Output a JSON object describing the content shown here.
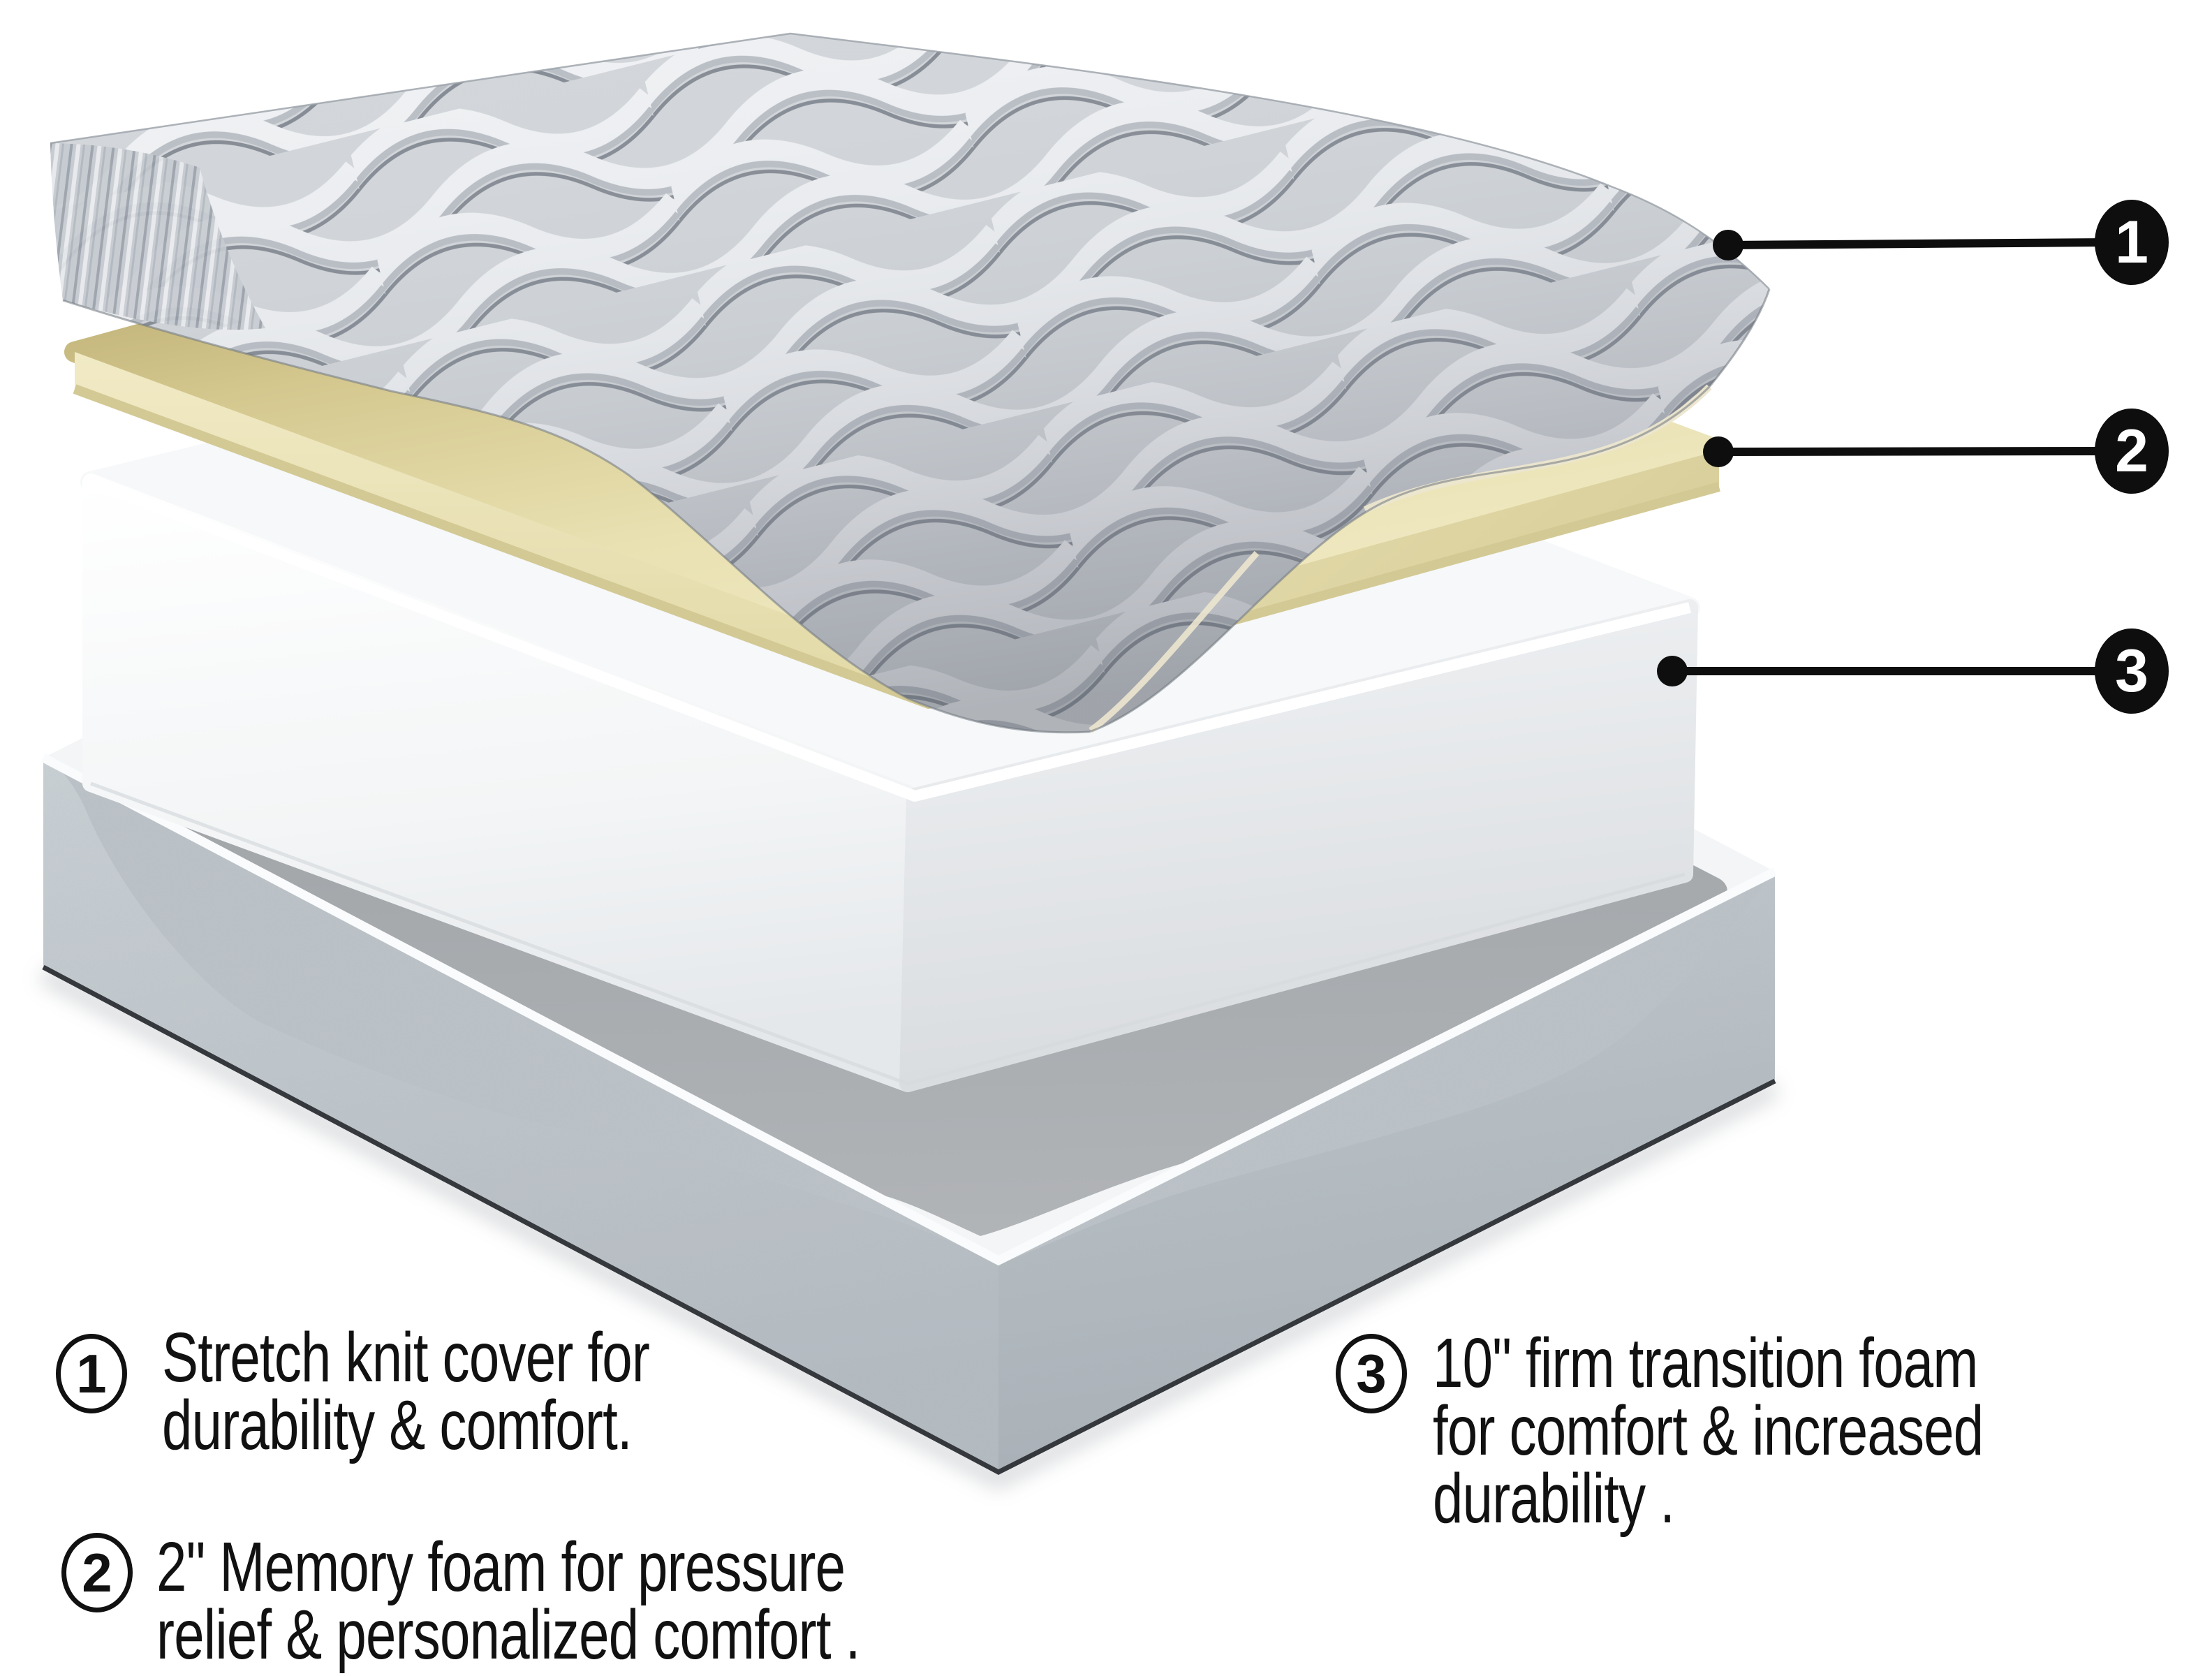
{
  "diagram": {
    "subject": "mattress-exploded-layers",
    "layers": [
      {
        "id": 1,
        "name": "stretch-knit-cover"
      },
      {
        "id": 2,
        "name": "memory-foam"
      },
      {
        "id": 3,
        "name": "firm-transition-foam"
      }
    ]
  },
  "colors": {
    "background": "#ffffff",
    "callout_black": "#0e0e0e",
    "cover_gray": "#d2d6da",
    "cover_wave_dark": "#848a93",
    "memory_foam_yellow": "#e9e1b3",
    "transition_foam_white": "#f4f6f7",
    "base_fabric_gray": "#bcc3c8"
  },
  "callouts": [
    {
      "number": "1"
    },
    {
      "number": "2"
    },
    {
      "number": "3"
    }
  ],
  "annotations": [
    {
      "number": "1",
      "lines": [
        "Stretch knit cover for",
        "durability & comfort."
      ]
    },
    {
      "number": "2",
      "lines": [
        "2\" Memory foam for pressure",
        "relief & personalized comfort ."
      ]
    },
    {
      "number": "3",
      "lines": [
        "10\" firm transition foam",
        "for comfort & increased",
        "durability ."
      ]
    }
  ]
}
